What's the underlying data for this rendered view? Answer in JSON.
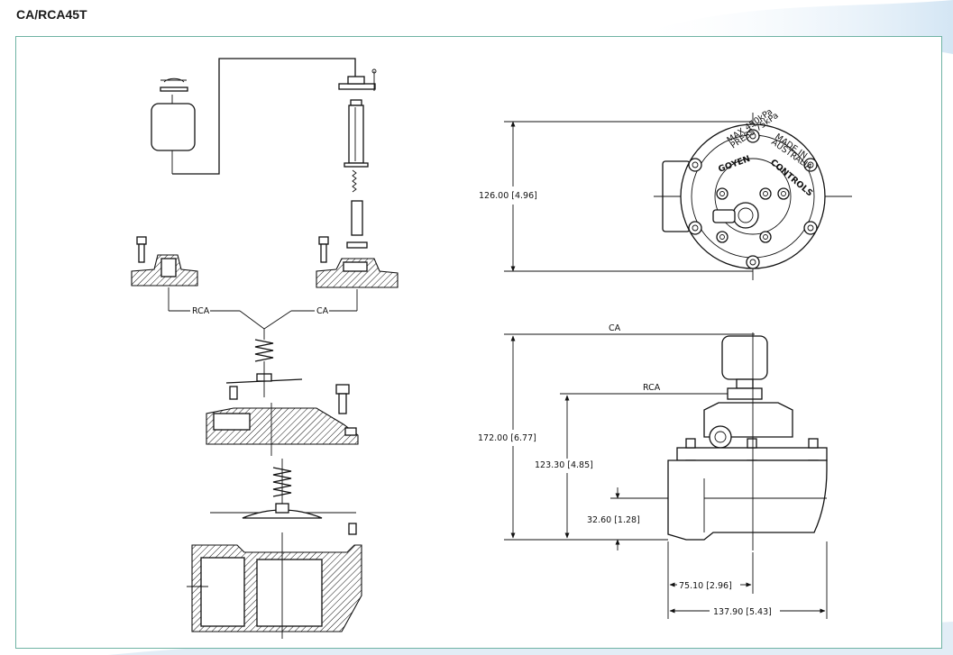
{
  "title": "CA/RCA45T",
  "colors": {
    "frame_border": "#6fb3a4",
    "line": "#111111",
    "swoosh": "#cfe3f3"
  },
  "exploded_view": {
    "label_rca": "RCA",
    "label_ca": "CA"
  },
  "top_view": {
    "height_dim": "126.00 [4.96]",
    "cap_text_left": "MAX 450kPa",
    "cap_text_left2": "PRESS 75kPa",
    "cap_text_right": "MADE IN",
    "cap_text_right2": "AUSTRALIA",
    "brand_left": "GOYEN",
    "brand_right": "CONTROLS"
  },
  "side_view": {
    "label_ca": "CA",
    "label_rca": "RCA",
    "dim_ca_height": "172.00 [6.77]",
    "dim_rca_height": "123.30 [4.85]",
    "dim_outlet_height": "32.60 [1.28]",
    "dim_half_width": "75.10 [2.96]",
    "dim_full_width": "137.90 [5.43]"
  }
}
